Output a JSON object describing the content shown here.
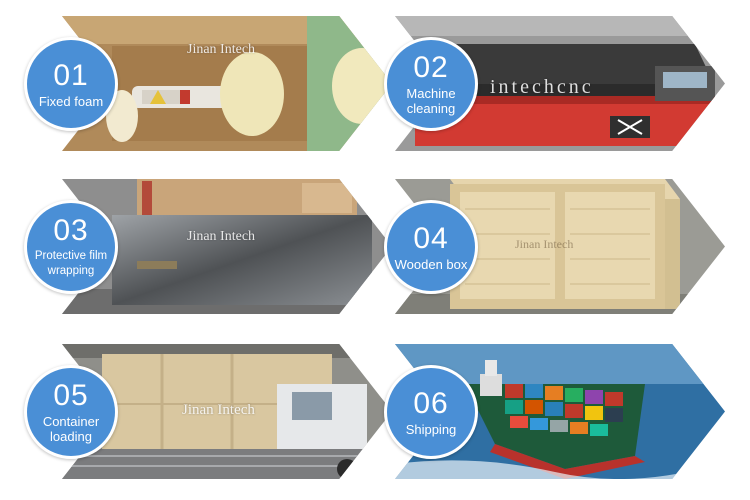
{
  "steps": [
    {
      "number": "01",
      "caption": "Fixed foam",
      "watermark": "Jinan Intech"
    },
    {
      "number": "02",
      "caption": "Machine cleaning",
      "watermark": "intechcnc"
    },
    {
      "number": "03",
      "caption": "Protective film wrapping",
      "watermark": "Jinan Intech"
    },
    {
      "number": "04",
      "caption": "Wooden box",
      "watermark": "Jinan Intech"
    },
    {
      "number": "05",
      "caption": "Container loading",
      "watermark": "Jinan Intech"
    },
    {
      "number": "06",
      "caption": "Shipping",
      "watermark": ""
    }
  ],
  "colors": {
    "badge": "#4a8fd6",
    "badge_border": "#ffffff",
    "background": "#ffffff"
  }
}
